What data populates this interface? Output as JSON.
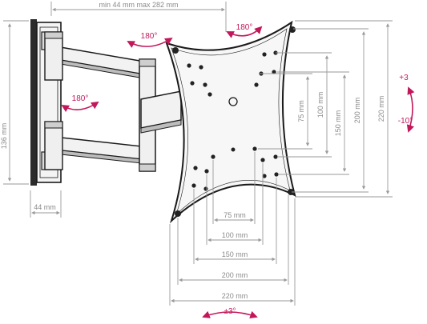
{
  "dimensions": {
    "arm_extension": "min 44 mm max 282 mm",
    "wall_plate_height": "136 mm",
    "wall_plate_width": "44 mm",
    "horizontal": {
      "h75": "75 mm",
      "h100": "100 mm",
      "h150": "150 mm",
      "h200": "200 mm",
      "h220": "220 mm"
    },
    "vertical": {
      "v75": "75 mm",
      "v100": "100 mm",
      "v150": "150 mm",
      "v200": "200 mm",
      "v220": "220 mm"
    }
  },
  "rotations": {
    "arm_top": "180°",
    "plate_swivel": "180°",
    "arm_middle": "180°",
    "tilt_up": "+3",
    "tilt_down": "-10°",
    "level": "±3°"
  },
  "colors": {
    "rotation_accent": "#c2185b",
    "dimension_line": "#9a9a9a",
    "outline": "#1a1a1a"
  }
}
